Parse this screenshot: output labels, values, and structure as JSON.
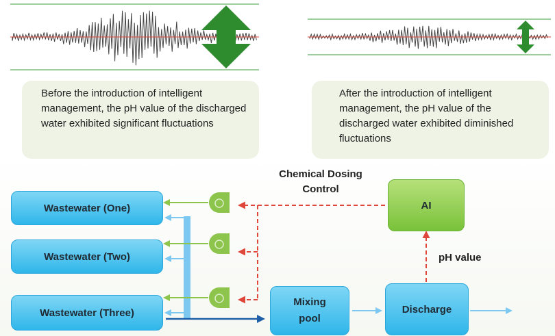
{
  "captions": {
    "before": "Before the introduction of intelligent management,  the pH value of the discharged water exhibited significant fluctuations",
    "after": "After the introduction of intelligent management, the pH value of the discharged water exhibited diminished fluctuations"
  },
  "nodes": {
    "wastewater_one": "Wastewater (One)",
    "wastewater_two": "Wastewater (Two)",
    "wastewater_three": "Wastewater (Three)",
    "mixing_pool": "Mixing pool",
    "discharge": "Discharge",
    "ai": "AI"
  },
  "labels": {
    "chemical_dosing_control": "Chemical Dosing Control",
    "ph_value": "pH value"
  },
  "colors": {
    "green_arrow": "#2e8b2e",
    "waveform": "#444444",
    "baseline": "#e0453a",
    "blue_flow": "#7cc8f0",
    "green_flow": "#8cc44c",
    "red_dashed": "#e0453a",
    "dark_blue": "#1f5fa8"
  }
}
